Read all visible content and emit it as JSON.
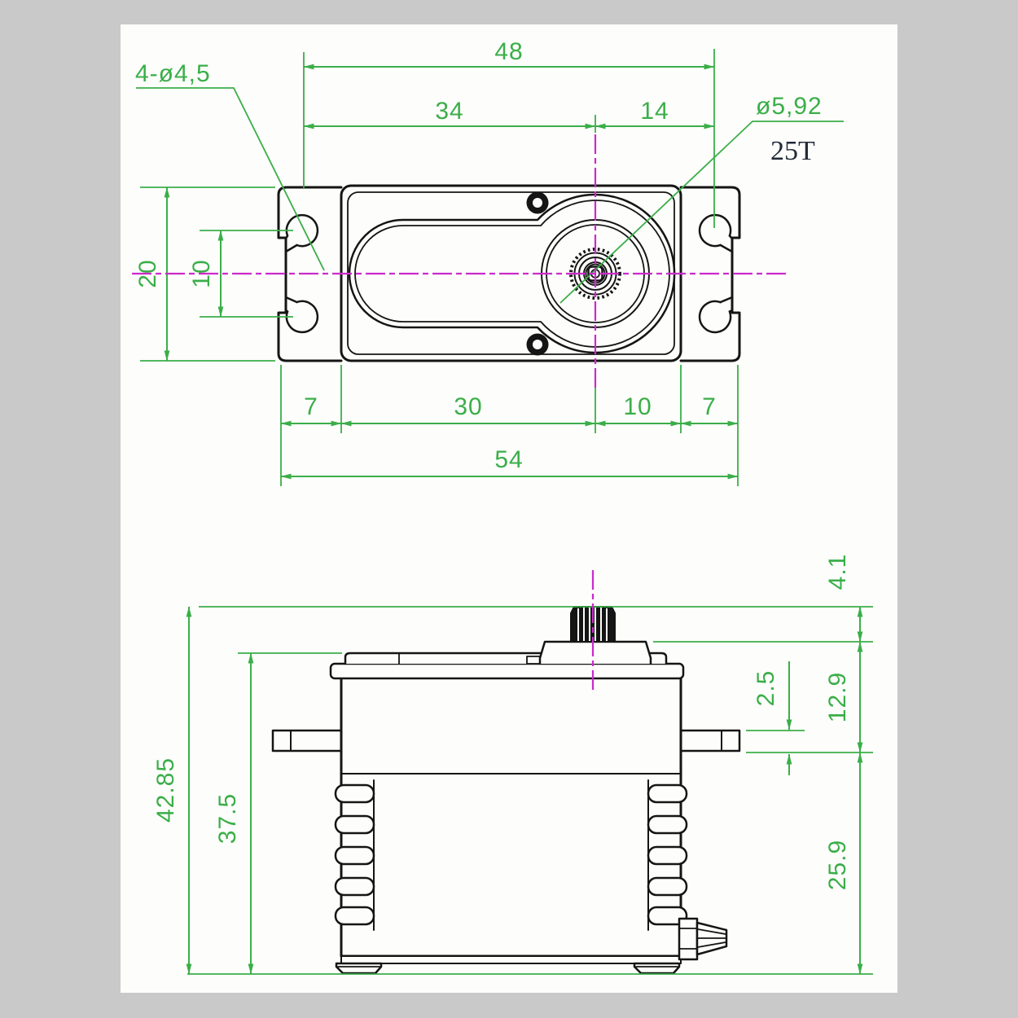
{
  "drawing": {
    "colors": {
      "dimension_green": "#3bae49",
      "centerline_magenta": "#cb2bcb",
      "outline_black": "#151515",
      "teeth_label_dark": "#222a38",
      "paper_white": "#fdfdfb",
      "frame_gray": "#c9c9c9"
    },
    "top_view": {
      "callouts": {
        "mounting_holes": "4-ø4,5",
        "spline_diameter": "ø5,92",
        "spline_teeth": "25T"
      },
      "dims_top": {
        "hole_span_overall": "48",
        "hole_to_spline": "34",
        "spline_to_hole": "14"
      },
      "dims_left": {
        "flange_width": "20",
        "hole_pitch": "10"
      },
      "dims_bottom": {
        "left_ear": "7",
        "body_left_of_spline": "30",
        "body_right_of_spline": "10",
        "right_ear": "7",
        "overall_width": "54"
      }
    },
    "side_view": {
      "dims_right": {
        "spline_height": "4.1",
        "tab_thickness": "2.5",
        "top_to_tab": "12.9",
        "tab_to_bottom": "25.9"
      },
      "dims_left": {
        "overall_height": "42.85",
        "case_height": "37.5"
      }
    }
  }
}
